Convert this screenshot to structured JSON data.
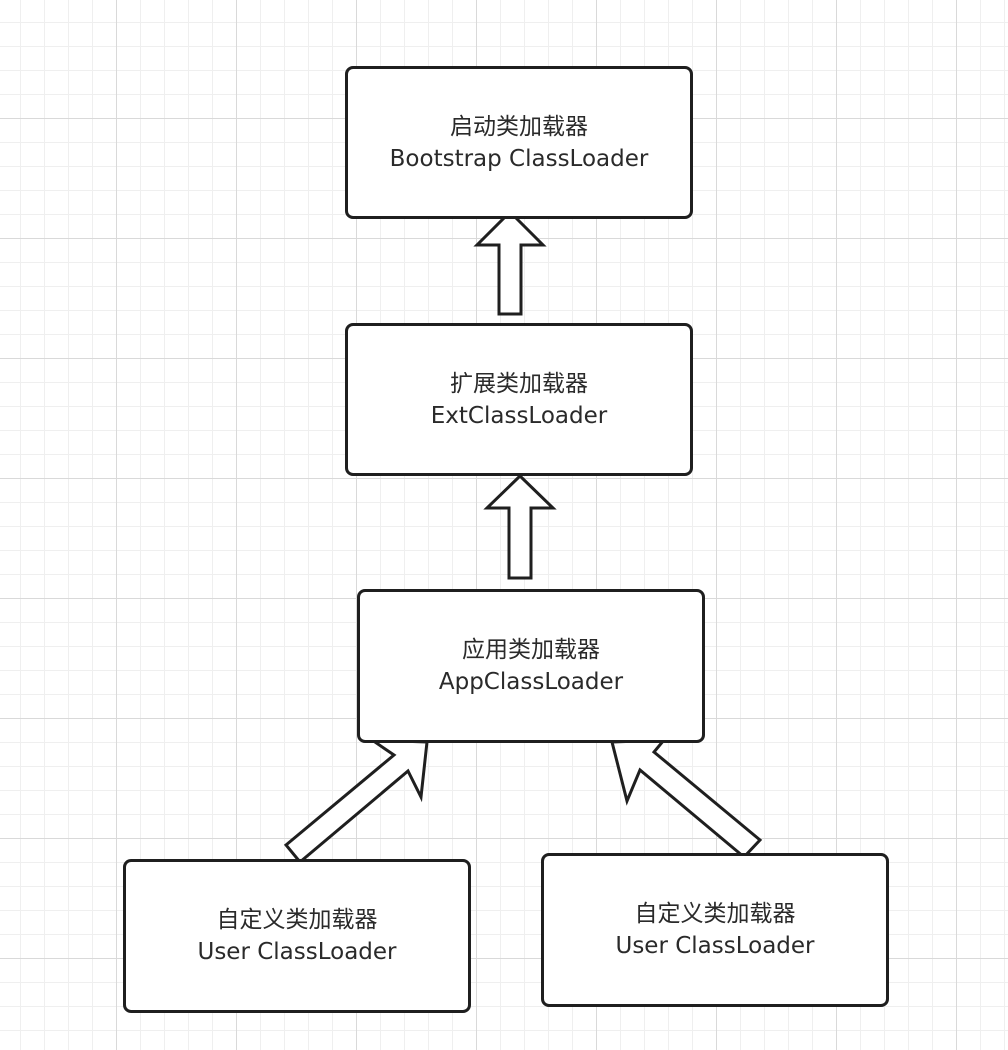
{
  "diagram": {
    "nodes": [
      {
        "id": "bootstrap",
        "label_zh": "启动类加载器",
        "label_en": "Bootstrap ClassLoader"
      },
      {
        "id": "ext",
        "label_zh": "扩展类加载器",
        "label_en": "ExtClassLoader"
      },
      {
        "id": "app",
        "label_zh": "应用类加载器",
        "label_en": "AppClassLoader"
      },
      {
        "id": "user-1",
        "label_zh": "自定义类加载器",
        "label_en": "User ClassLoader"
      },
      {
        "id": "user-2",
        "label_zh": "自定义类加载器",
        "label_en": "User ClassLoader"
      }
    ],
    "edges": [
      {
        "from": "ext",
        "to": "bootstrap"
      },
      {
        "from": "app",
        "to": "ext"
      },
      {
        "from": "user-1",
        "to": "app"
      },
      {
        "from": "user-2",
        "to": "app"
      }
    ]
  }
}
